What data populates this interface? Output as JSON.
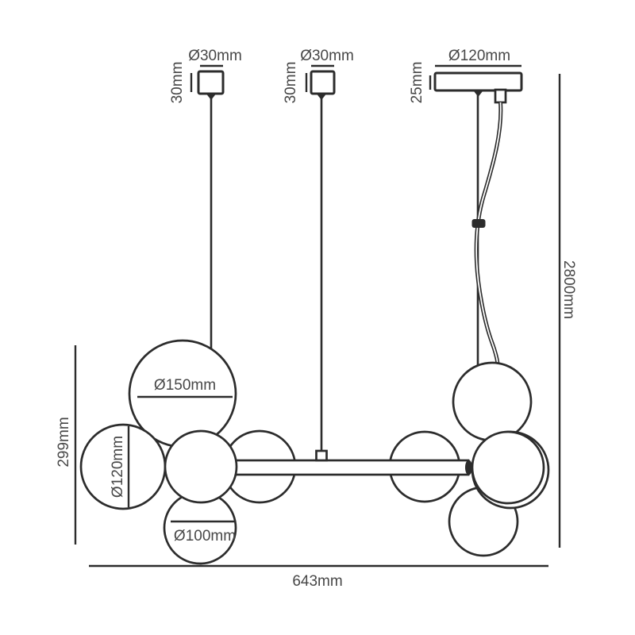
{
  "colors": {
    "line": "#2c2c2c",
    "text": "#474747",
    "background": "#ffffff"
  },
  "drawing": {
    "left_canopy": {
      "diameter": "Ø30mm",
      "height": "30mm"
    },
    "middle_canopy": {
      "diameter": "Ø30mm",
      "height": "30mm"
    },
    "ceiling_plate": {
      "diameter": "Ø120mm",
      "height": "25mm"
    },
    "spheres": {
      "large": "Ø150mm",
      "medium": "Ø120mm",
      "small": "Ø100mm"
    },
    "overall": {
      "suspension_height": "2800mm",
      "fixture_height": "299mm",
      "fixture_width": "643mm"
    }
  }
}
